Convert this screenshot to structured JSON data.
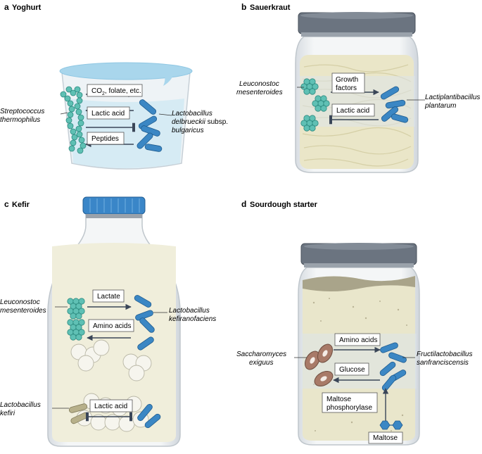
{
  "panels": {
    "a": {
      "letter": "a",
      "title": "Yoghurt",
      "left_org": [
        "Streptococcus",
        "thermophilus"
      ],
      "right_org_1": "Lactobacillus",
      "right_org_2_italic": "delbrueckii",
      "right_org_2_plain": " subsp.",
      "right_org_3": "bulgaricus",
      "box1_main": "CO",
      "box1_sub": "2",
      "box1_rest": ", folate, etc.",
      "box2": "Lactic acid",
      "box3": "Peptides"
    },
    "b": {
      "letter": "b",
      "title": "Sauerkraut",
      "left_org": [
        "Leuconostoc",
        "mesenteroides"
      ],
      "right_org": [
        "Lactiplantibacillus",
        "plantarum"
      ],
      "box1": [
        "Growth",
        "factors"
      ],
      "box2": "Lactic acid"
    },
    "c": {
      "letter": "c",
      "title": "Kefir",
      "left_org_1": [
        "Leuconostoc",
        "mesenteroides"
      ],
      "right_org": [
        "Lactobacillus",
        "kefiranofaciens"
      ],
      "left_org_2": [
        "Lactobacillus",
        "kefiri"
      ],
      "box1": "Lactate",
      "box2": "Amino acids",
      "box3": "Lactic acid"
    },
    "d": {
      "letter": "d",
      "title": "Sourdough starter",
      "left_org": [
        "Saccharomyces",
        "exiguus"
      ],
      "right_org": [
        "Fructilactobacillus",
        "sanfranciscensis"
      ],
      "box1": "Amino acids",
      "box2": "Glucose",
      "box3": [
        "Maltose",
        "phosphorylase"
      ],
      "substrate": "Maltose"
    }
  },
  "colors": {
    "streptococcus": "#5fc0b4",
    "lactobacillus": "#3b87c4",
    "yeast": "#a87a68",
    "kefir_grain": "#f6f5ee",
    "milk": "#f0eedb",
    "cabbage": "#eae6c8",
    "dough": "#e9e6cb",
    "lid_grey": "#6b7480",
    "bottle_cap": "#3a86c8",
    "cup_rim": "#a9d6ec",
    "box_border": "#555555"
  }
}
